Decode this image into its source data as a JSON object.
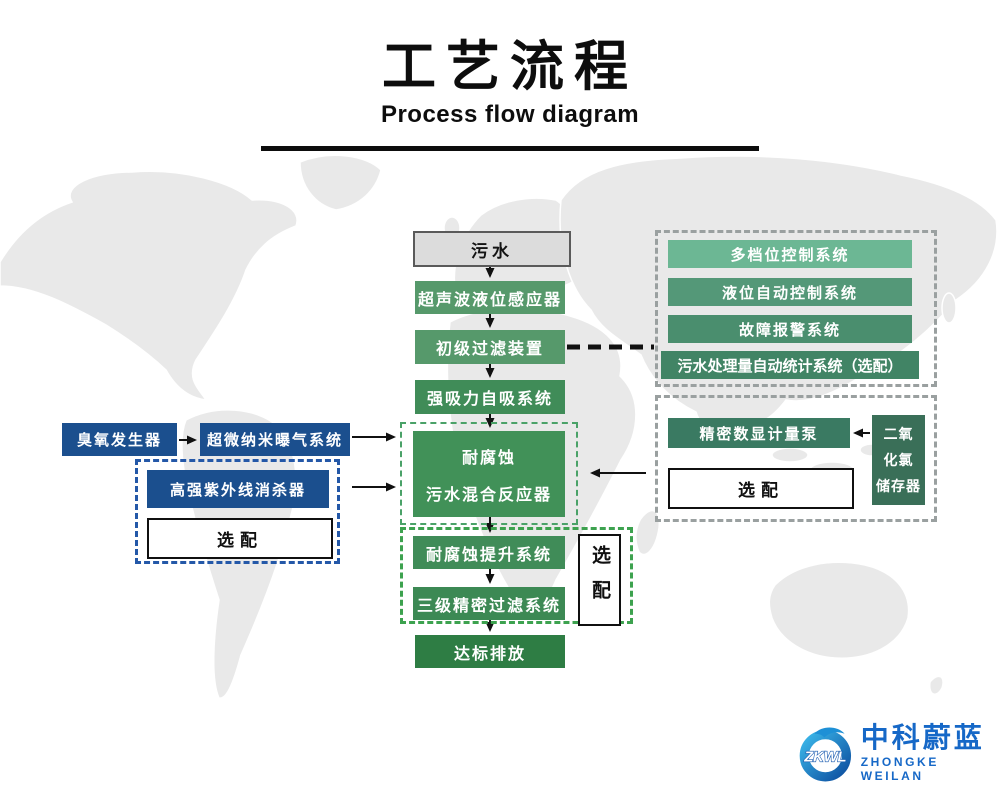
{
  "title": {
    "zh": "工艺流程",
    "en": "Process flow diagram"
  },
  "main_flow": {
    "source_label": "污水",
    "step_ultrasonic": "超声波液位感应器",
    "step_primary_filter": "初级过滤装置",
    "step_suction": "强吸力自吸系统",
    "reactor_line1": "耐腐蚀",
    "reactor_line2": "污水混合反应器",
    "step_lift": "耐腐蚀提升系统",
    "step_tertiary_filter": "三级精密过滤系统",
    "step_discharge": "达标排放",
    "optional_vertical_label": "选配"
  },
  "control_panel": {
    "items": [
      "多档位控制系统",
      "液位自动控制系统",
      "故障报警系统",
      "污水处理量自动统计系统（选配）"
    ]
  },
  "dosing_panel": {
    "pump_label": "精密数显计量泵",
    "optional_label": "选配",
    "storage_lines": [
      "二氧",
      "化氯",
      "储存器"
    ]
  },
  "left_panel": {
    "ozone_label": "臭氧发生器",
    "aeration_label": "超微纳米曝气系统",
    "uv_label": "高强紫外线消杀器",
    "optional_label": "选配"
  },
  "logo": {
    "abbr": "ZKWL",
    "name_zh": "中科蔚蓝",
    "name_en": "ZHONGKE WEILAN"
  },
  "colors": {
    "flow_green_light": "#56996b",
    "flow_green": "#408c58",
    "flow_green_dark": "#2e7d44",
    "panel_green_1": "#6cb794",
    "panel_green_2": "#549878",
    "panel_green_3": "#4a8e6e",
    "panel_green_4": "#418465",
    "pump_green": "#3a7a62",
    "storage_green": "#3a6f58",
    "brand_blue": "#1b4f8e",
    "logo_blue": "#1668c7"
  }
}
